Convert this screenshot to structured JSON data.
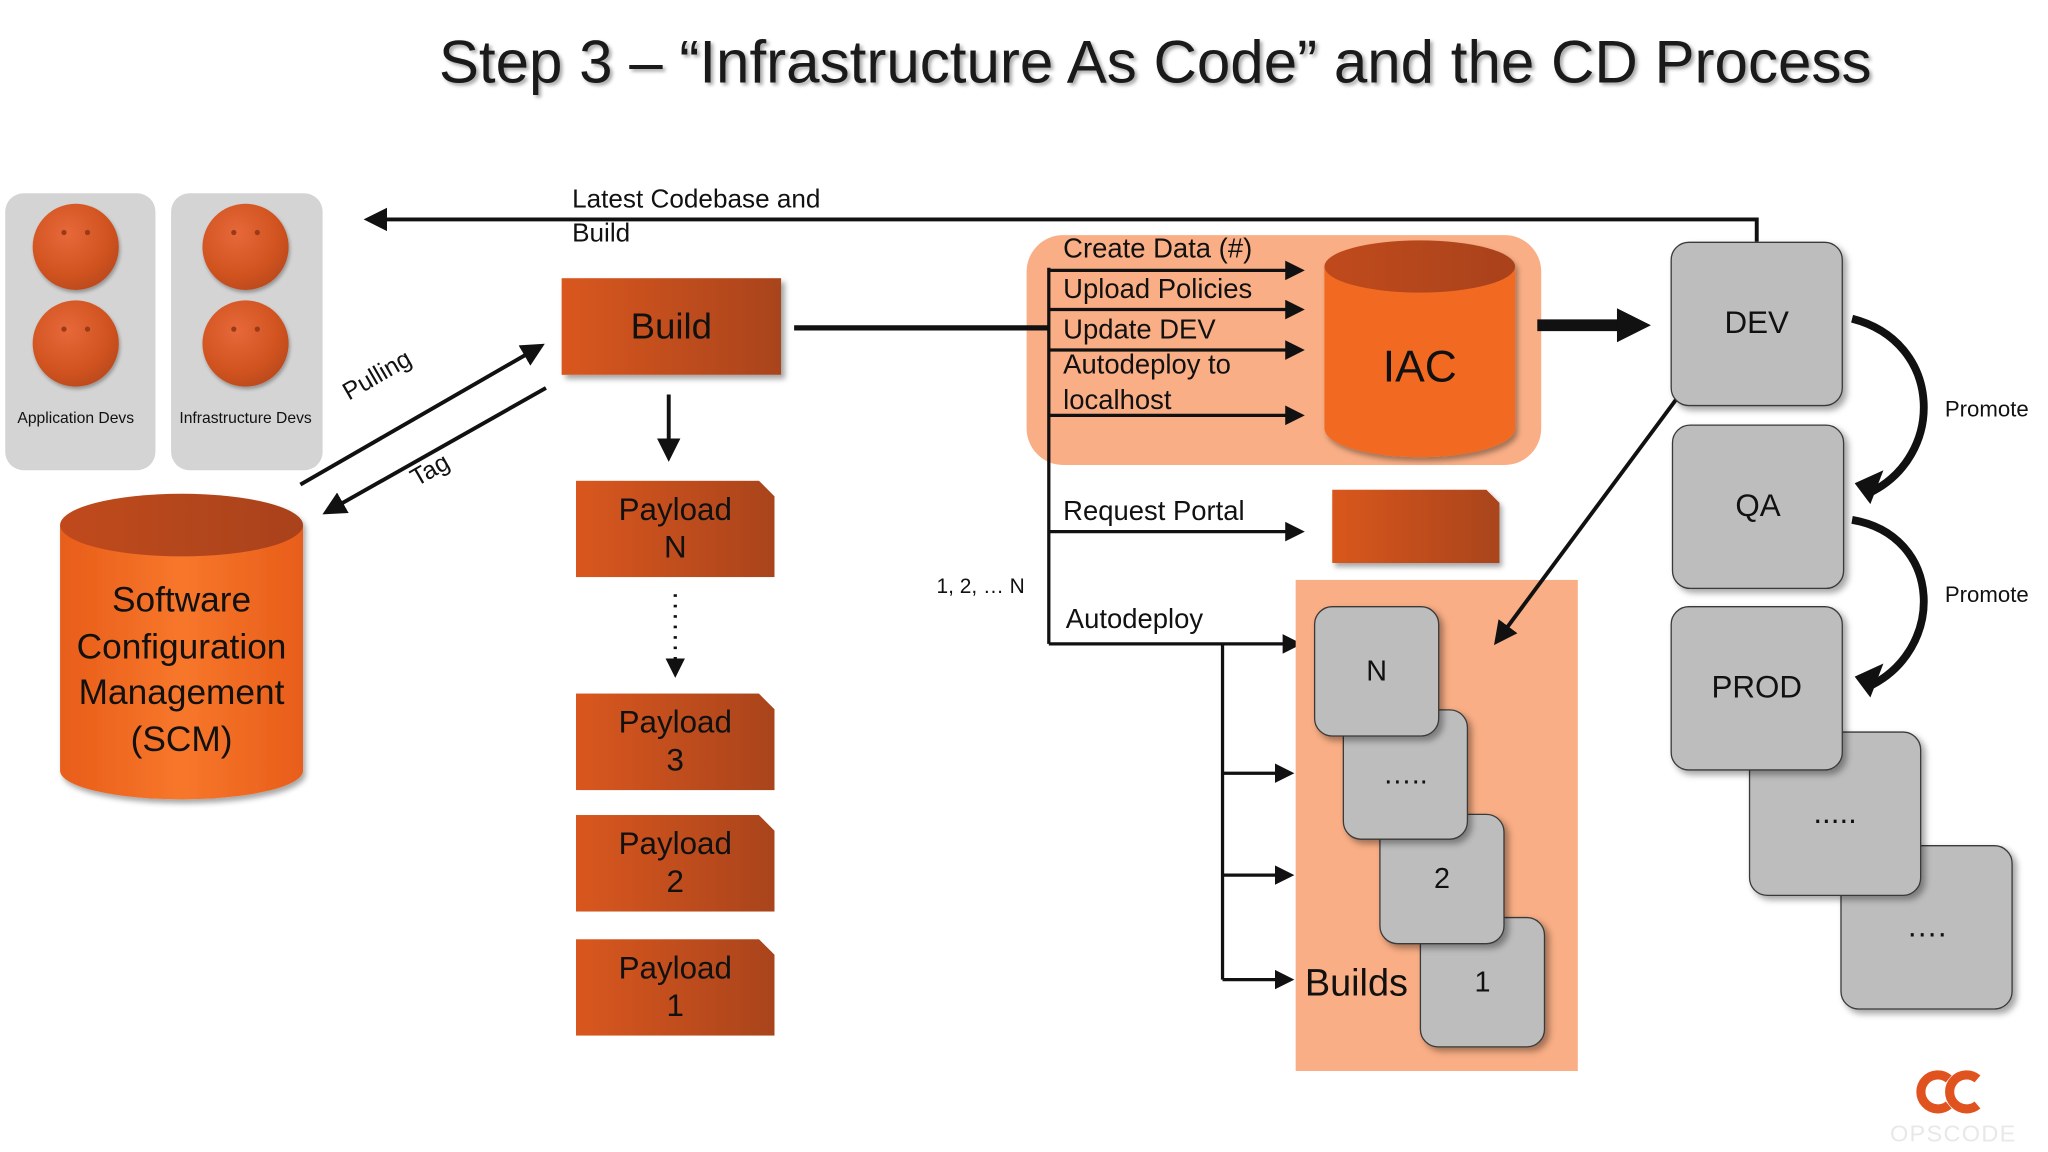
{
  "title": "Step 3 – “Infrastructure As Code” and the CD Process",
  "devs": {
    "app_label": "Application Devs",
    "infra_label": "Infrastructure Devs"
  },
  "scm": {
    "line1": "Software",
    "line2": "Configuration",
    "line3": "Management",
    "line4": "(SCM)"
  },
  "flow": {
    "pulling": "Pulling",
    "tag": "Tag",
    "latest_line1": "Latest Codebase and",
    "latest_line2": "Build",
    "build": "Build",
    "one_to_n": "1, 2, … N"
  },
  "payloads": [
    {
      "line1": "Payload",
      "line2": "N"
    },
    {
      "line1": "Payload",
      "line2": "3"
    },
    {
      "line1": "Payload",
      "line2": "2"
    },
    {
      "line1": "Payload",
      "line2": "1"
    }
  ],
  "iac": {
    "label": "IAC",
    "steps": [
      "Create Data (#)",
      "Upload Policies",
      "Update DEV",
      "Autodeploy to",
      "localhost"
    ],
    "request_portal": "Request Portal",
    "autodeploy": "Autodeploy"
  },
  "builds": {
    "label": "Builds",
    "items": [
      "N",
      "…..",
      "2",
      "1"
    ]
  },
  "environments": {
    "items": [
      "DEV",
      "QA",
      "PROD",
      ".....",
      "…."
    ],
    "promote1": "Promote",
    "promote2": "Promote"
  },
  "logo": {
    "text": "OPSCODE"
  },
  "colors": {
    "accent_orange": "#f26a21",
    "dark_orange": "#c4501f",
    "light_orange_panel": "#f9ae85",
    "gray_box": "#bdbdbd",
    "dev_panel": "#d4d4d4"
  }
}
